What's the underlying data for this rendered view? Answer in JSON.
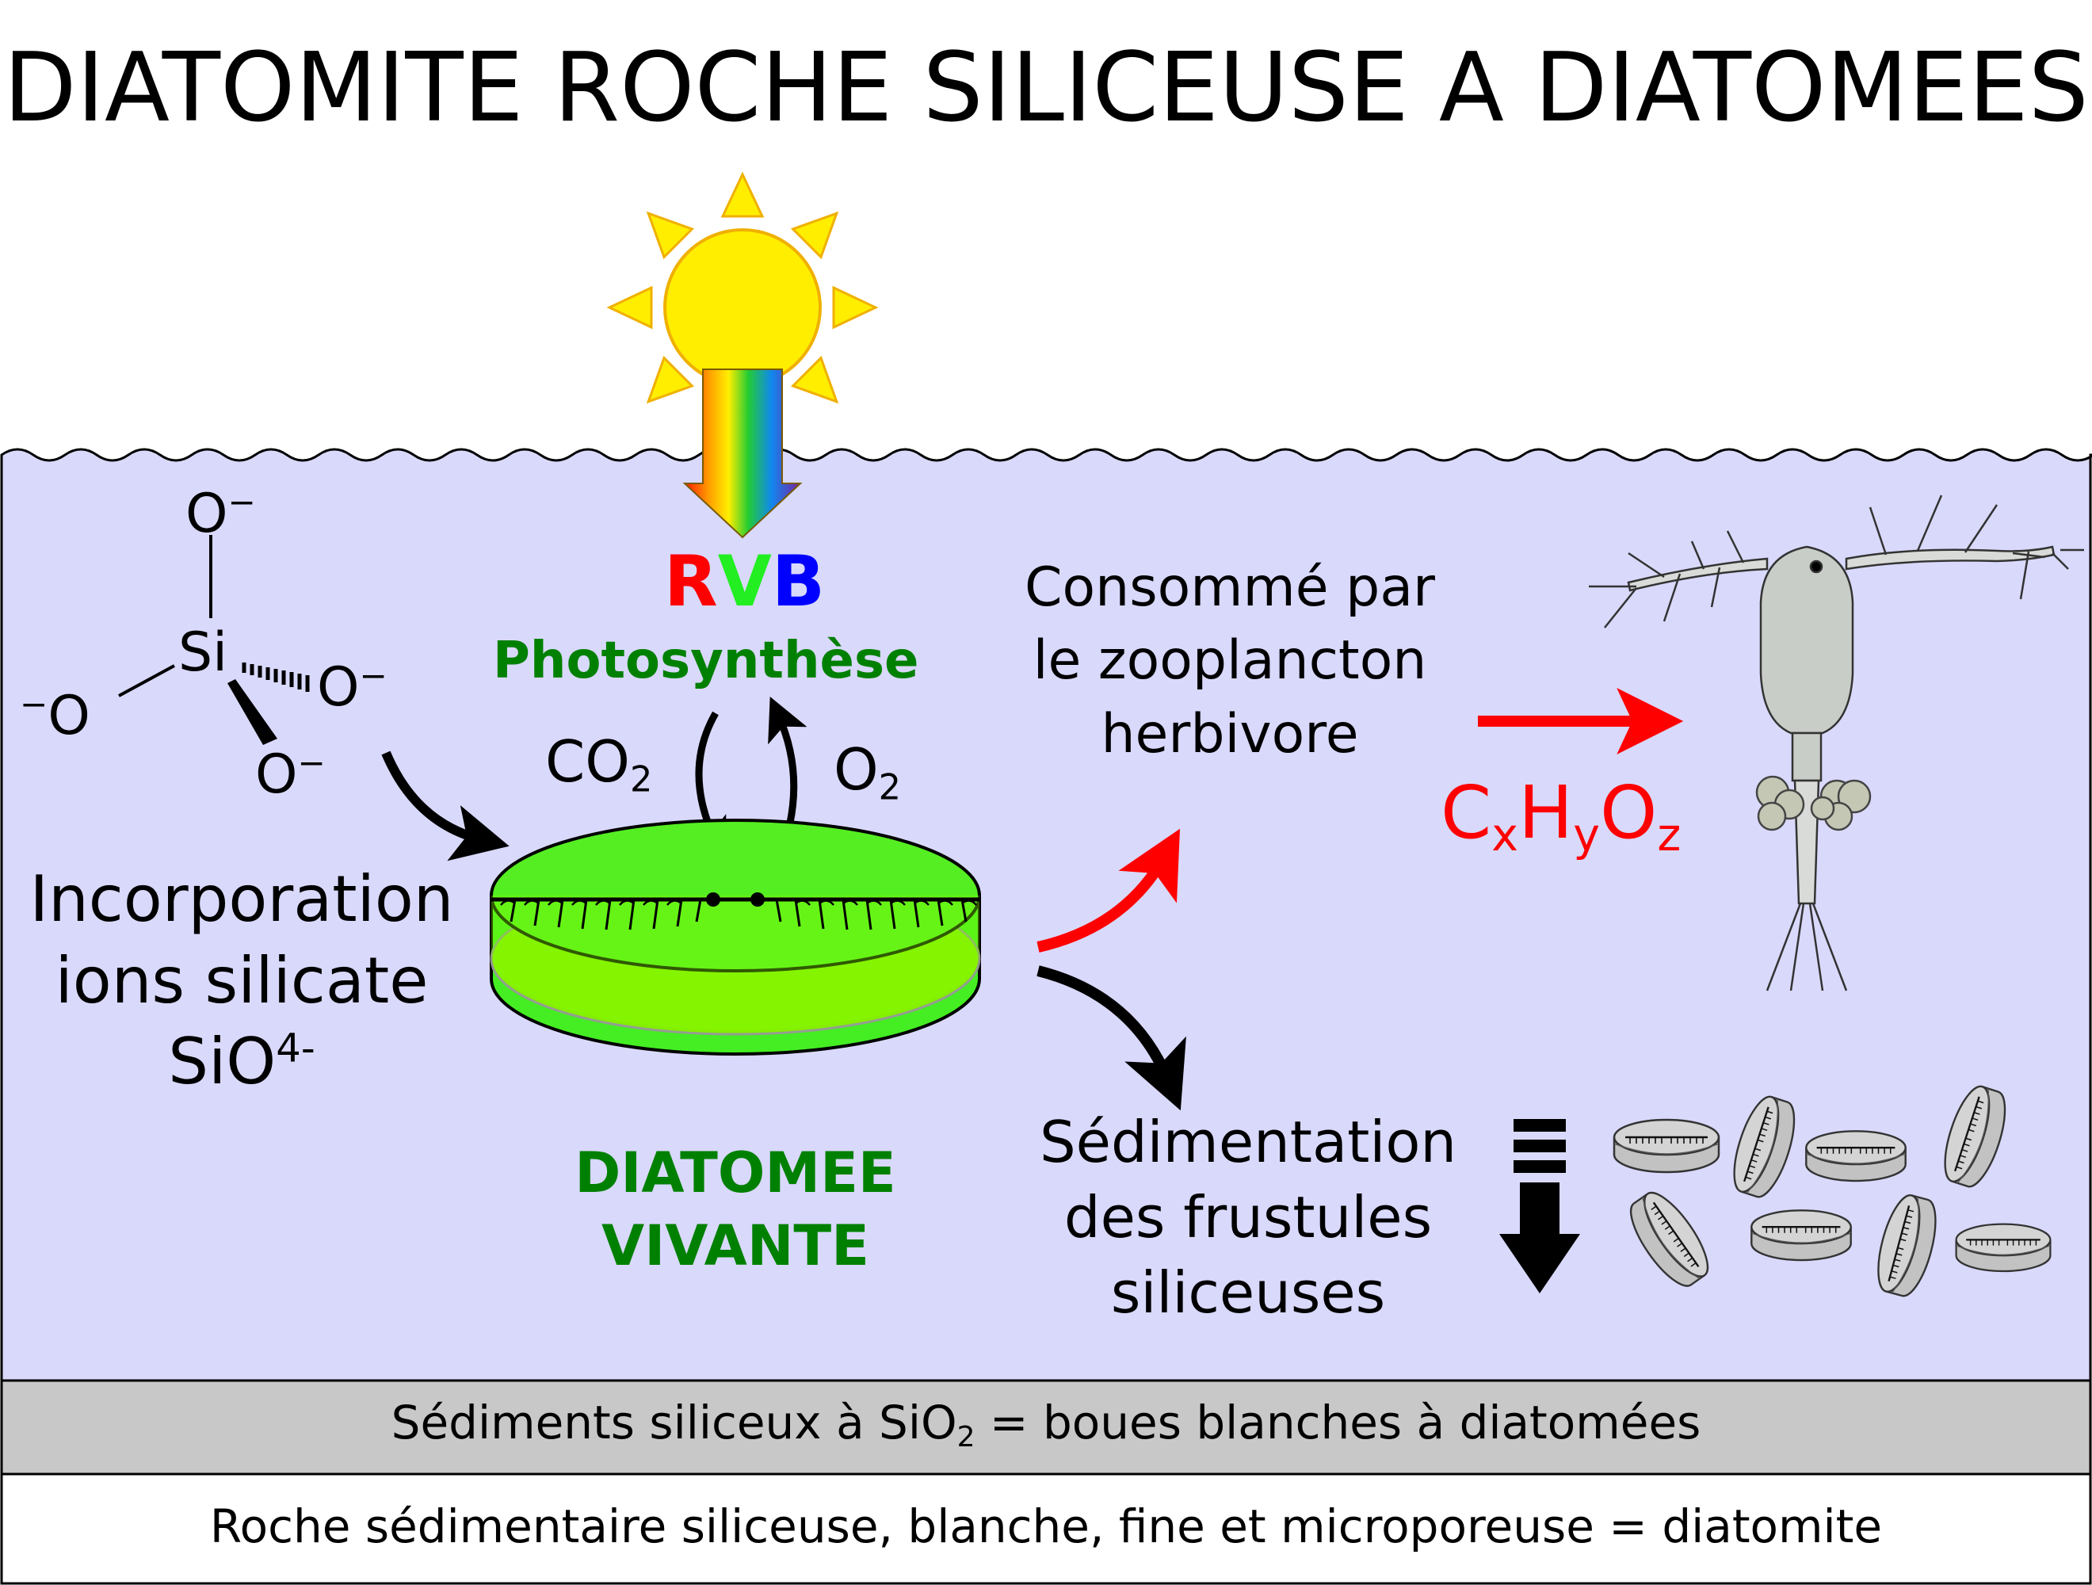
{
  "title": "DIATOMITE ROCHE SILICEUSE A DIATOMEES",
  "light": {
    "r": "R",
    "v": "V",
    "b": "B",
    "photosynthesis": "Photosynthèse"
  },
  "gases": {
    "co2": "CO",
    "co2_sub": "2",
    "o2": "O",
    "o2_sub": "2"
  },
  "silicate_molecule": {
    "si": "Si",
    "o_top": "O",
    "o_left": "O",
    "o_right": "O",
    "o_bottom": "O",
    "charge": "−"
  },
  "incorporation": {
    "line1": "Incorporation",
    "line2": "ions silicate",
    "line3": "SiO",
    "line3_sup": "4-"
  },
  "diatom": {
    "line1": "DIATOMEE",
    "line2": "VIVANTE"
  },
  "zooplankton": {
    "line1": "Consommé par",
    "line2": "le zooplancton",
    "line3": "herbivore"
  },
  "formula": {
    "c": "C",
    "x": "x",
    "h": "H",
    "y": "y",
    "o": "O",
    "z": "z"
  },
  "sedimentation": {
    "line1": "Sédimentation",
    "line2": "des frustules",
    "line3": "siliceuses"
  },
  "layers": {
    "sediments_pre": "Sédiments siliceux à SiO",
    "sediments_sub": "2",
    "sediments_post": " = boues blanches à diatomées",
    "rock": "Roche sédimentaire siliceuse, blanche, fine et microporeuse = diatomite"
  },
  "colors": {
    "water": "#d9d9fc",
    "sediment": "#c8c8c8",
    "green_text": "#008000",
    "red": "#ff0000",
    "sun": "#ffee00",
    "diatom_green": "#44ee22"
  },
  "icons": [
    "sun-icon",
    "rainbow-arrow-icon",
    "diatom-icon",
    "copepod-icon",
    "frustule-icon",
    "down-arrow-icon"
  ]
}
